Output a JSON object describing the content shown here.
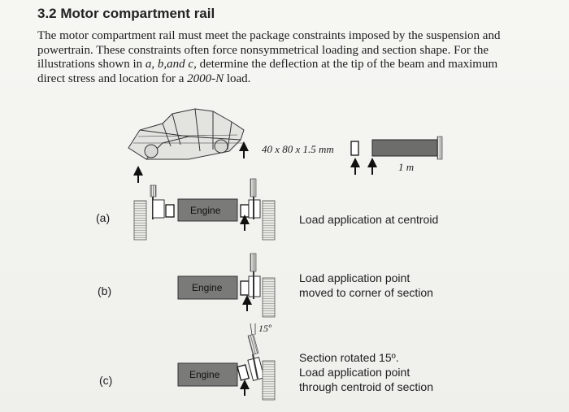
{
  "section": {
    "heading": "3.2 Motor compartment rail",
    "paragraph_parts": [
      "The motor compartment rail must meet the package constraints imposed by the suspension and powertrain. These constraints often force nonsymmetrical loading and section shape. For the illustrations shown in ",
      "a, b,and c,",
      " determine the deflection at the tip of the beam and maximum direct stress and location for a ",
      "2000-N",
      " load."
    ]
  },
  "figure": {
    "section_dims": "40 x 80 x 1.5 mm",
    "beam_length": "1 m",
    "engine_label": "Engine",
    "angle_label": "15º",
    "cases": [
      {
        "label": "(a)",
        "caption_lines": [
          "Load application at centroid"
        ]
      },
      {
        "label": "(b)",
        "caption_lines": [
          "Load application point",
          "moved to corner of section"
        ]
      },
      {
        "label": "(c)",
        "caption_lines": [
          "Section rotated 15º.",
          "Load application point",
          "through centroid of section"
        ]
      }
    ]
  }
}
